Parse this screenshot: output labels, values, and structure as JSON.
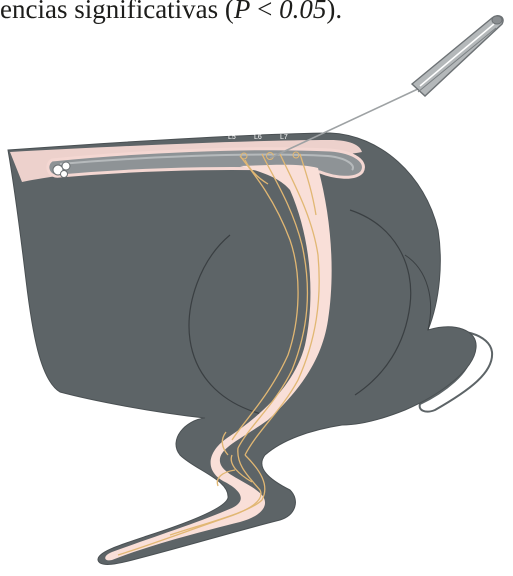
{
  "caption": {
    "text_before": "encias significativas (",
    "p_symbol": "P",
    "relation": " < ",
    "p_value": "0.05",
    "text_after": ")."
  },
  "vertebra_labels": [
    "L5",
    "L6",
    "L7"
  ],
  "colors": {
    "limb_fill": "#5d6467",
    "limb_outline": "#3c4144",
    "nerve_tissue": "#f9dfd8",
    "nerve_fibers": "#e1b773",
    "needle_shaft": "#9ea2a4",
    "needle_hub": "#7b8083",
    "background": "#ffffff"
  }
}
